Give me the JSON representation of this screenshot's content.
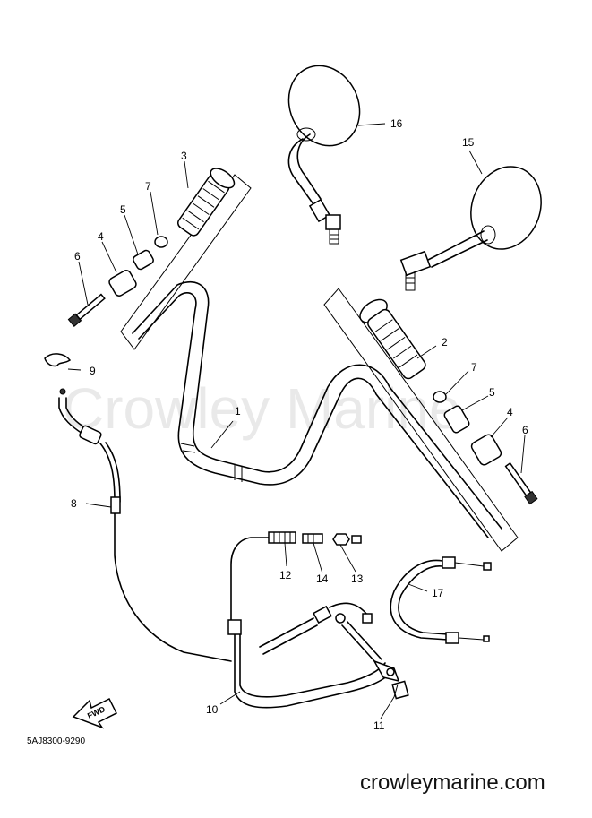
{
  "watermark": "Crowley Marine",
  "diagram_code": "5AJ8300-9290",
  "website": "crowleymarine.com",
  "fwd_label": "FWD",
  "labels": {
    "p1": "1",
    "p2": "2",
    "p3": "3",
    "p4a": "4",
    "p4b": "4",
    "p5a": "5",
    "p5b": "5",
    "p6a": "6",
    "p6b": "6",
    "p7a": "7",
    "p7b": "7",
    "p8": "8",
    "p9": "9",
    "p10": "10",
    "p11": "11",
    "p12": "12",
    "p13": "13",
    "p14": "14",
    "p15": "15",
    "p16": "16",
    "p17": "17"
  }
}
